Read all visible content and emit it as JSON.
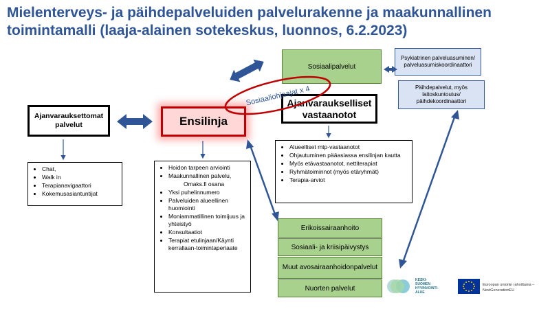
{
  "title": {
    "line1": "Mielenterveys- ja päihdepalveluiden palvelurakenne ja maakunnallinen",
    "line2": "toimintamalli (laaja-alainen sotekeskus, luonnos, 6.2.2023)"
  },
  "nodes": {
    "sosiaalipalvelut": "Sosiaalipalvelut",
    "psykiatrinen": "Psykiatrinen palveluasuminen/ palveluasumiskoordinaattori",
    "paihde": "Päihdepalvelut, myös laitoskuntoutus/ päihdekoordinaattori",
    "ajanvaraukselliset": "Ajanvaraukselliset vastaanotot",
    "ajanvarauksettomat": "Ajanvarauksettomat palvelut",
    "ensilinja": "Ensilinja",
    "erikoissairaanhoito": "Erikoissairaanhoito",
    "kriisi": "Sosiaali- ja kriisipäivystys",
    "muut": "Muut avosairaanhoidonpalvelut",
    "nuorten": "Nuorten palvelut"
  },
  "annotation": "Sosiaaliohjaajat x 4",
  "lists": {
    "ajanvarauksettomat": [
      "Chat,",
      "Walk in",
      "Terapianavigaattori",
      "Kokemusasiantuntijat"
    ],
    "ensilinja": [
      "Hoidon tarpeen arviointi",
      "Maakunnallinen palvelu,",
      "Omaks.fi osana",
      "Yksi puhelinnumero",
      "Palveluiden alueellinen huomiointi",
      "Moniammatillinen toimijuus ja yhteistyö",
      "Konsultaatiot",
      "Terapiat etulinjaan/Käynti kerrallaan-toimintaperiaate"
    ],
    "vastaanotot": [
      "Alueelliset mtp-vastaanotot",
      "Ohjautuminen pääasiassa ensilinjan kautta",
      "Myös etävastaanotot, nettiterapiat",
      "Ryhmätoiminnot (myös etäryhmät)",
      "Terapia-arviot"
    ]
  },
  "footer": {
    "org_line1": "KESKI-",
    "org_line2": "SUOMEN",
    "org_line3": "HYVINVOINTI-",
    "org_line4": "ALUE",
    "eu_line1": "Euroopan unionin rahoittama –",
    "eu_line2": "NextGenerationEU"
  },
  "colors": {
    "title": "#2f5597",
    "arrow": "#2f5597",
    "green": "#a9d18e",
    "light_blue": "#dae3f3",
    "ellipse": "#c00000"
  }
}
